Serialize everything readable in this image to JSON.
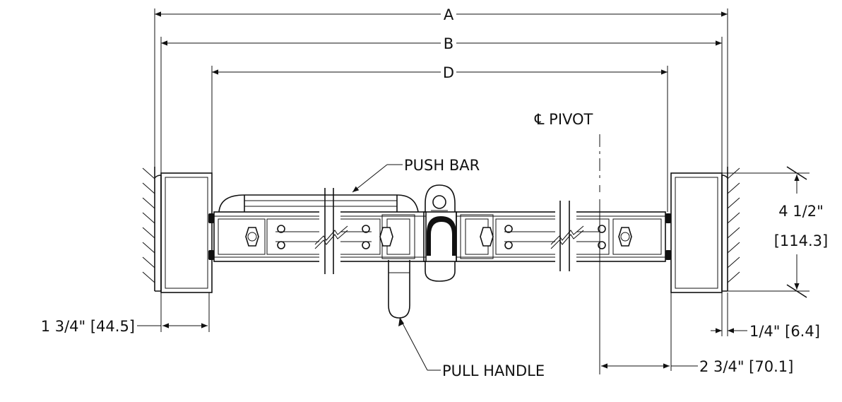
{
  "dimensions": {
    "a": "A",
    "b": "B",
    "d": "D",
    "frame_width": "1 3/4\" [44.5]",
    "gap": "1/4\" [6.4]",
    "pivot_offset": "2 3/4\" [70.1]",
    "depth_line1": "4 1/2\"",
    "depth_line2": "[114.3]"
  },
  "callouts": {
    "push_bar": "PUSH BAR",
    "pull_handle": "PULL HANDLE",
    "pivot": "℄ PIVOT"
  }
}
